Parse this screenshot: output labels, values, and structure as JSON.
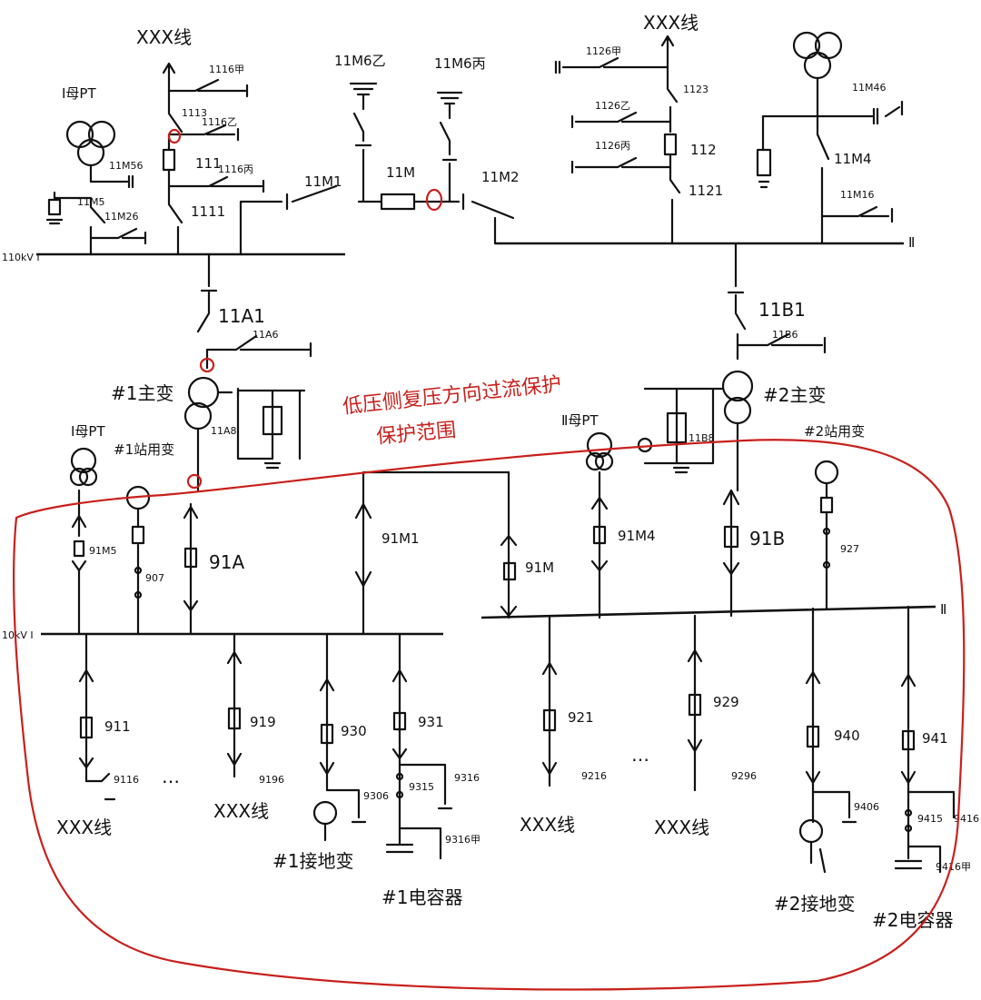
{
  "diagram": {
    "buses": {
      "hv_bus1": "110kV Ⅰ",
      "hv_bus2": "Ⅱ",
      "lv_bus1": "10kV Ⅰ",
      "lv_bus2": "Ⅱ"
    },
    "hv_labels": {
      "line_left": "XXX线",
      "line_right": "XXX线",
      "pt_left": "Ⅰ母PT",
      "d_1116a": "1116甲",
      "d_1113": "1113",
      "d_1116b": "1116乙",
      "d_111": "111",
      "d_1116c": "1116丙",
      "d_1111": "1111",
      "d_11m56": "11M56",
      "d_11m5": "11M5",
      "d_11m26": "11M26",
      "d_11m6b": "11M6乙",
      "d_11m6c": "11M6丙",
      "d_11m1": "11M1",
      "d_11m": "11M",
      "d_11m2": "11M2",
      "d_1126a": "1126甲",
      "d_1123": "1123",
      "d_1126b": "1126乙",
      "d_112": "112",
      "d_1126c": "1126丙",
      "d_1121": "1121",
      "d_11m46": "11M46",
      "d_11m4": "11M4",
      "d_11m16": "11M16",
      "d_11a1": "11A1",
      "d_11a6": "11A6",
      "d_11b1": "11B1",
      "d_11b6": "11B6",
      "tx1": "#1主变",
      "tx2": "#2主变",
      "d_11a8": "11A8",
      "d_11b8": "11B8"
    },
    "protection_note": {
      "line1": "低压侧复压方向过流保护",
      "line2": "保护范围"
    },
    "lv_labels": {
      "pt1": "Ⅰ母PT",
      "pt2": "Ⅱ母PT",
      "st1": "#1站用变",
      "st2": "#2站用变",
      "d_91m5": "91M5",
      "d_907": "907",
      "d_91a": "91A",
      "d_91m1": "91M1",
      "d_91m": "91M",
      "d_91m4": "91M4",
      "d_91b": "91B",
      "d_927": "927",
      "f911": "911",
      "f9116": "9116",
      "f919": "919",
      "f9196": "9196",
      "f930": "930",
      "f9306": "9306",
      "f931": "931",
      "f9315": "9315",
      "f9316": "9316",
      "f9316a": "9316甲",
      "f921": "921",
      "f9216": "9216",
      "f929": "929",
      "f9296": "9296",
      "f940": "940",
      "f9406": "9406",
      "f941": "941",
      "f9415": "9415",
      "f9416": "9416",
      "f9416a": "9416甲",
      "line_911": "XXX线",
      "line_919": "XXX线",
      "line_921": "XXX线",
      "line_929": "XXX线",
      "gt1": "#1接地变",
      "cap1": "#1电容器",
      "gt2": "#2接地变",
      "cap2": "#2电容器",
      "dots1": "…",
      "dots2": "…"
    },
    "colors": {
      "ink": "#111111",
      "protection_red": "#c8201c"
    }
  }
}
